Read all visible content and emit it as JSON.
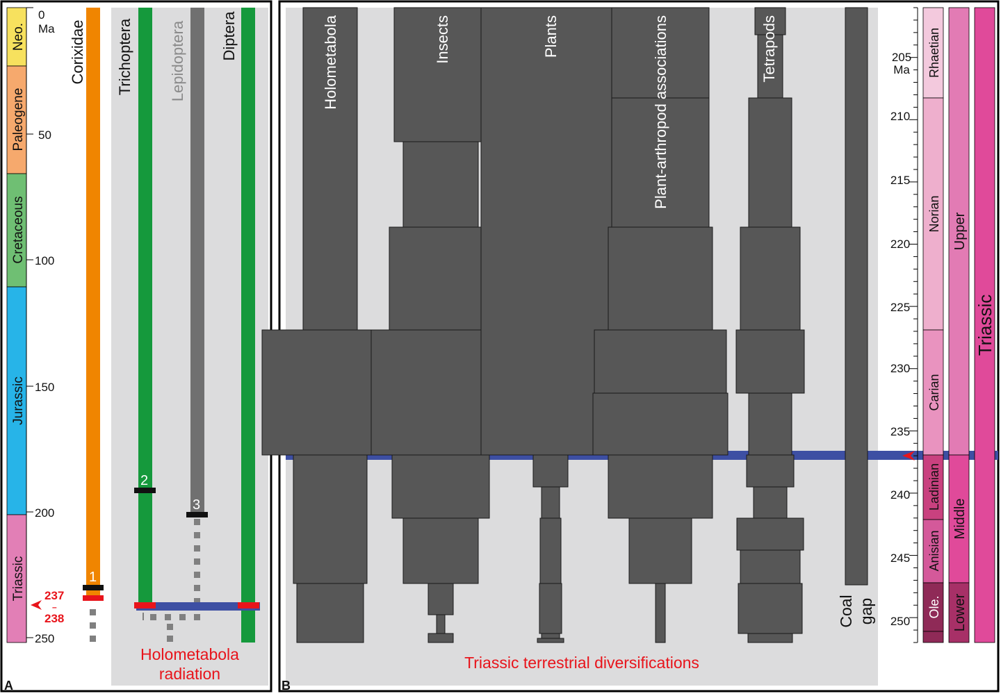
{
  "panel_a": {
    "letter": "A",
    "age_axis": {
      "tick_labels": [
        "0",
        "50",
        "100",
        "150",
        "200",
        "250"
      ],
      "unit": "Ma"
    },
    "periods": [
      {
        "label": "Neo.",
        "color": "#f7e15e"
      },
      {
        "label": "Paleogene",
        "color": "#f6a96d"
      },
      {
        "label": "Cretaceous",
        "color": "#6fbf73"
      },
      {
        "label": "Jurassic",
        "color": "#27b4e8"
      },
      {
        "label": "Triassic",
        "color": "#e27fb6"
      }
    ],
    "event_labels": [
      "237",
      "–",
      "238"
    ],
    "taxa": [
      {
        "label": "Corixidae",
        "color": "#f08500",
        "label_color": "#111111",
        "marker": "1"
      },
      {
        "label": "Trichoptera",
        "color": "#15993c",
        "label_color": "#111111",
        "marker": "2"
      },
      {
        "label": "Lepidoptera",
        "color": "#707070",
        "label_color": "#8a8a8a",
        "marker": "3"
      },
      {
        "label": "Diptera",
        "color": "#15993c",
        "label_color": "#111111",
        "marker": ""
      }
    ],
    "radiation_caption": [
      "Holometabola",
      "radiation"
    ]
  },
  "panel_b": {
    "letter": "B",
    "columns": [
      {
        "label": "Holometabola"
      },
      {
        "label": "Insects"
      },
      {
        "label": "Plants"
      },
      {
        "label": "Plant-arthropod associations"
      },
      {
        "label": "Tetrapods"
      },
      {
        "label": "Coal gap"
      }
    ],
    "coal_gap_lines": [
      "Coal",
      "gap"
    ],
    "caption": "Triassic terrestrial diversifications",
    "age_axis": {
      "tick_labels": [
        "205",
        "210",
        "215",
        "220",
        "225",
        "230",
        "235",
        "240",
        "245",
        "250"
      ],
      "unit": "Ma"
    },
    "stages": [
      "Rhaetian",
      "Norian",
      "Carian",
      "Ladinian",
      "Anisian",
      "Ole."
    ],
    "epochs": [
      "Upper",
      "Middle",
      "Lower"
    ],
    "period": "Triassic"
  },
  "colors": {
    "event_line": "#3d4fa3",
    "accent_red": "#e8141b",
    "diversity_bar": "#575757",
    "background_grey": "#dcdcdd"
  }
}
